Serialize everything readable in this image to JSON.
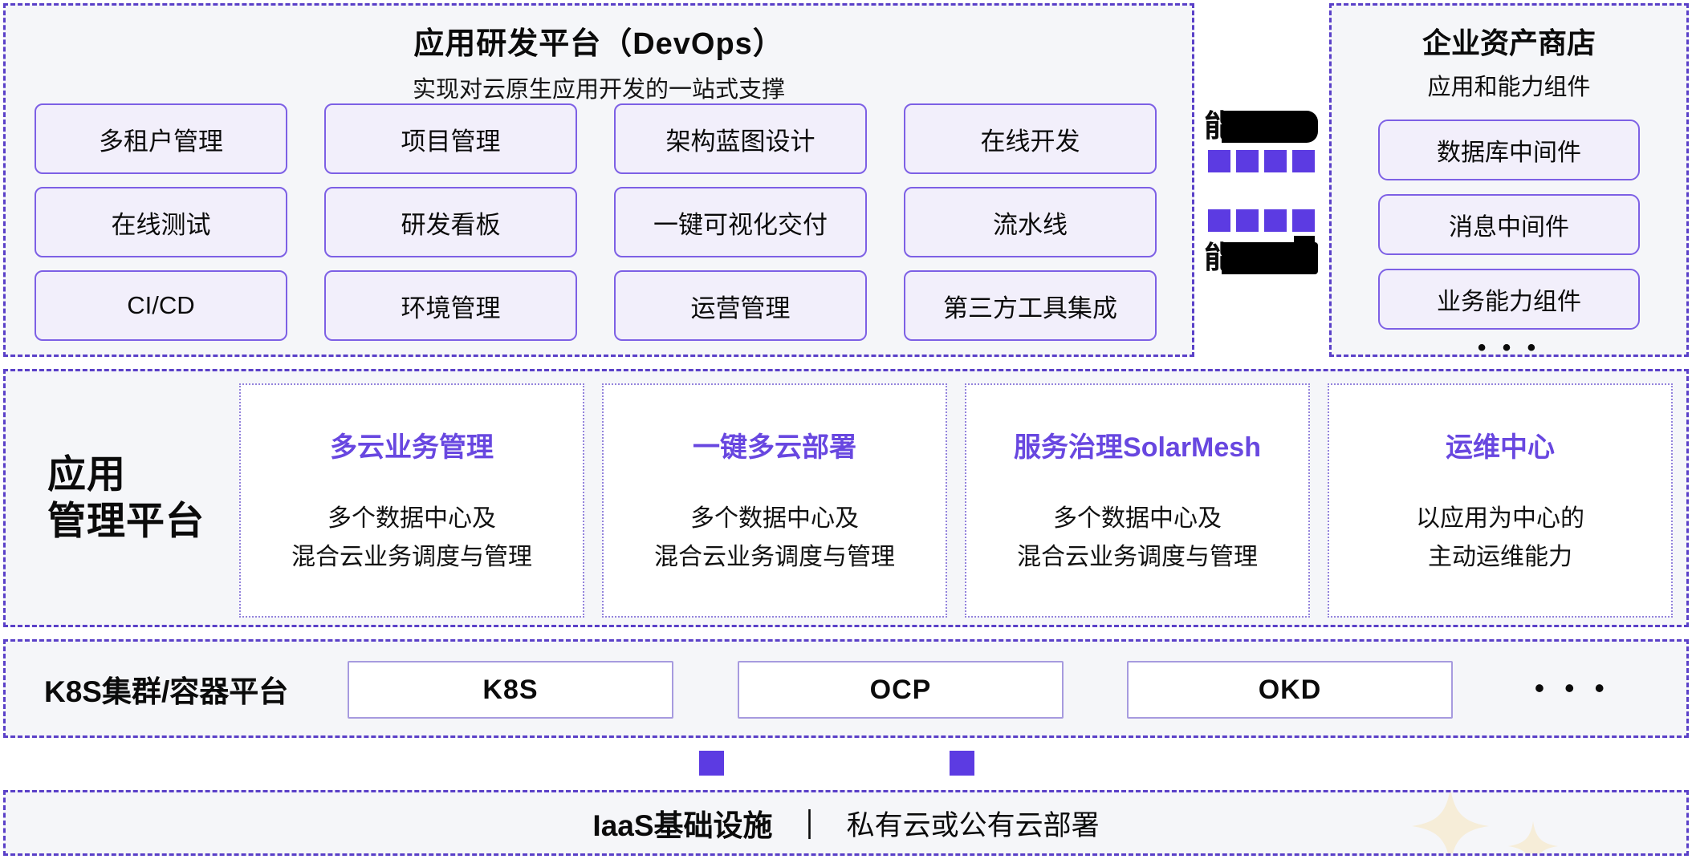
{
  "colors": {
    "accent_purple": "#5c3be2",
    "dashed_border": "#5a40c8",
    "box_border": "#7d60e5",
    "box_fill": "#f2effb",
    "panel_bg": "#f5f6f9",
    "card_title_purple": "#6847e0",
    "redaction_black": "#000000",
    "sparkle_cream": "#f6edd8"
  },
  "devops_panel": {
    "title": "应用研发平台（DevOps）",
    "subtitle": "实现对云原生应用开发的一站式支撑",
    "features": [
      "多租户管理",
      "项目管理",
      "架构蓝图设计",
      "在线开发",
      "在线测试",
      "研发看板",
      "一键可视化交付",
      "流水线",
      "CI/CD",
      "环境管理",
      "运营管理",
      "第三方工具集成"
    ]
  },
  "connector": {
    "label_top_prefix": "能",
    "label_bottom_prefix": "能",
    "squares_per_row": 4
  },
  "asset_store_panel": {
    "title": "企业资产商店",
    "subtitle": "应用和能力组件",
    "items": [
      "数据库中间件",
      "消息中间件",
      "业务能力组件"
    ],
    "ellipsis": "• • •"
  },
  "app_mgmt_row": {
    "label_line1": "应用",
    "label_line2": "管理平台",
    "cards": [
      {
        "title": "多云业务管理",
        "desc_line1": "多个数据中心及",
        "desc_line2": "混合云业务调度与管理"
      },
      {
        "title": "一键多云部署",
        "desc_line1": "多个数据中心及",
        "desc_line2": "混合云业务调度与管理"
      },
      {
        "title": "服务治理SolarMesh",
        "desc_line1": "多个数据中心及",
        "desc_line2": "混合云业务调度与管理"
      },
      {
        "title": "运维中心",
        "desc_line1": "以应用为中心的",
        "desc_line2": "主动运维能力"
      }
    ]
  },
  "k8s_row": {
    "label": "K8S集群/容器平台",
    "items": [
      "K8S",
      "OCP",
      "OKD"
    ],
    "ellipsis": "• • •"
  },
  "iaas_row": {
    "label_bold": "IaaS基础设施",
    "separator": "｜",
    "label_regular": "私有云或公有云部署"
  }
}
